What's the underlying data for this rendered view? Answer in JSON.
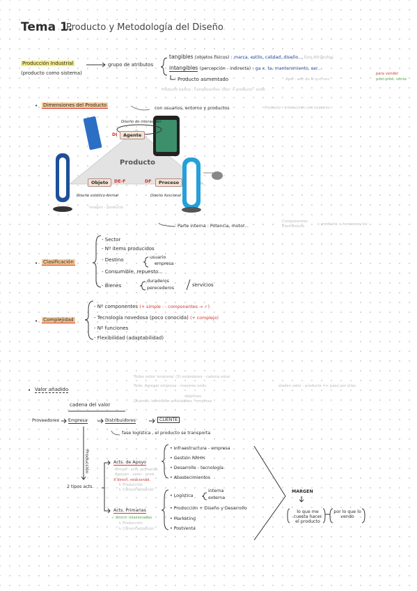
{
  "header": {
    "title": "Tema 1.",
    "subtitle": "Producto y Metodología del Diseño"
  },
  "produccion": {
    "label": "Producción Industrial",
    "sublabel": "(producto como sistema)",
    "arrow_text": "grupo de atributos",
    "tangibles": "tangibles",
    "tangibles_paren": "(objetos físicos) :",
    "tangibles_list": "marca, estilo, calidad, diseño...",
    "tangibles_note": "Son Atributos",
    "intangibles": "intangibles",
    "intangibles_paren": "(percepción - indirecta) :",
    "intangibles_list": "ga x. ta, mantenimiento, ser...",
    "aumentado": "Producto aumentado",
    "aumentado_note": "Apoi - adc de lo q-o lucc",
    "side1": "para vender",
    "side2": "post-prod. venta",
    "basico": "Producto básico · Componentes 'sólo' + producto · ende"
  },
  "dimensiones": {
    "label": "Dimensiones del Producto",
    "note": "con usuarios, entorno y productos",
    "note_grey": "Producto - interacción con nosotros",
    "figure": {
      "interaccion": "Diseño de interacción",
      "di": "DI",
      "agente": "Agente",
      "producto": "Producto",
      "objeto": "Objeto",
      "def": "DE-F",
      "df": "DF",
      "proceso": "Proceso",
      "estetico": "Diseño estético-formal",
      "funcional": "Diseño funcional"
    },
    "imagen_note": "Imagen - producto",
    "interna": "Parte interna : Potencia, motor...",
    "interna_grey1": "Componentes",
    "interna_grey2": "Electrónicos",
    "interna_grey3": "+ producto → funciones 'ex'"
  },
  "clasificacion": {
    "label": "Clasificación",
    "items": [
      "Sector",
      "Nº items producidos",
      "Destino",
      "Consumible, repuesto...",
      "Bienes"
    ],
    "destino_opts": [
      "usuario",
      "empresa"
    ],
    "bienes_opts": [
      "duraderos",
      "perecederos"
    ],
    "servicios": "servicios"
  },
  "complejidad": {
    "label": "Complejidad",
    "items": [
      "Nº componentes",
      "Tecnología novedosa (poco conocida)",
      "Nº funciones",
      "Flexibilidad (adaptabilidad)"
    ],
    "comp_note": "(+ simple : - componentes → ✓)",
    "tec_note": "(+ complejo)"
  },
  "valor": {
    "label": "Valor añadido",
    "note1": "Todos estos 'empresa' (3) estándares - cadena estar",
    "note2": "Todo: Agregar empresa - mayores ends",
    "note3": "Quienes: Identificar actividades - empresa",
    "note3b": "objetivos",
    "note4": "aladen valor - producto => paso por ellas",
    "cadena": "cadena del valor",
    "chain": [
      "Proveedores",
      "Empresa",
      "Distribuidores",
      "CLIENTE"
    ],
    "fase": "fase logística , el producto se transporta",
    "produccion": "Producción",
    "tipos": "2 tipos acts.",
    "apoyo": "Acts. de Apoyo",
    "apoyo_notes": [
      "tempo - acts. primarias",
      "Apoyan - valor - prod.",
      "X direct. relacionad.",
      "↳ Producción",
      "↳ Comercialización"
    ],
    "apoyo_list": [
      "Infraestructura - empresa",
      "Gestión RRHH",
      "Desarrollo - tecnología",
      "Abastecimientos"
    ],
    "primarias": "Acts. Primarias",
    "primarias_notes": [
      "✓ direct. relacionadas",
      "↳ Producción",
      "↳ Comercialización"
    ],
    "primarias_list": [
      "Logística",
      "Producción + Diseño y Desarrollo",
      "Marketing",
      "Postventa"
    ],
    "logistica_opts": [
      "interna",
      "externa"
    ],
    "margen": "MARGEN",
    "margen_a": "lo que me cuesta hacer el producto",
    "margen_b": "por lo que lo vendo"
  }
}
